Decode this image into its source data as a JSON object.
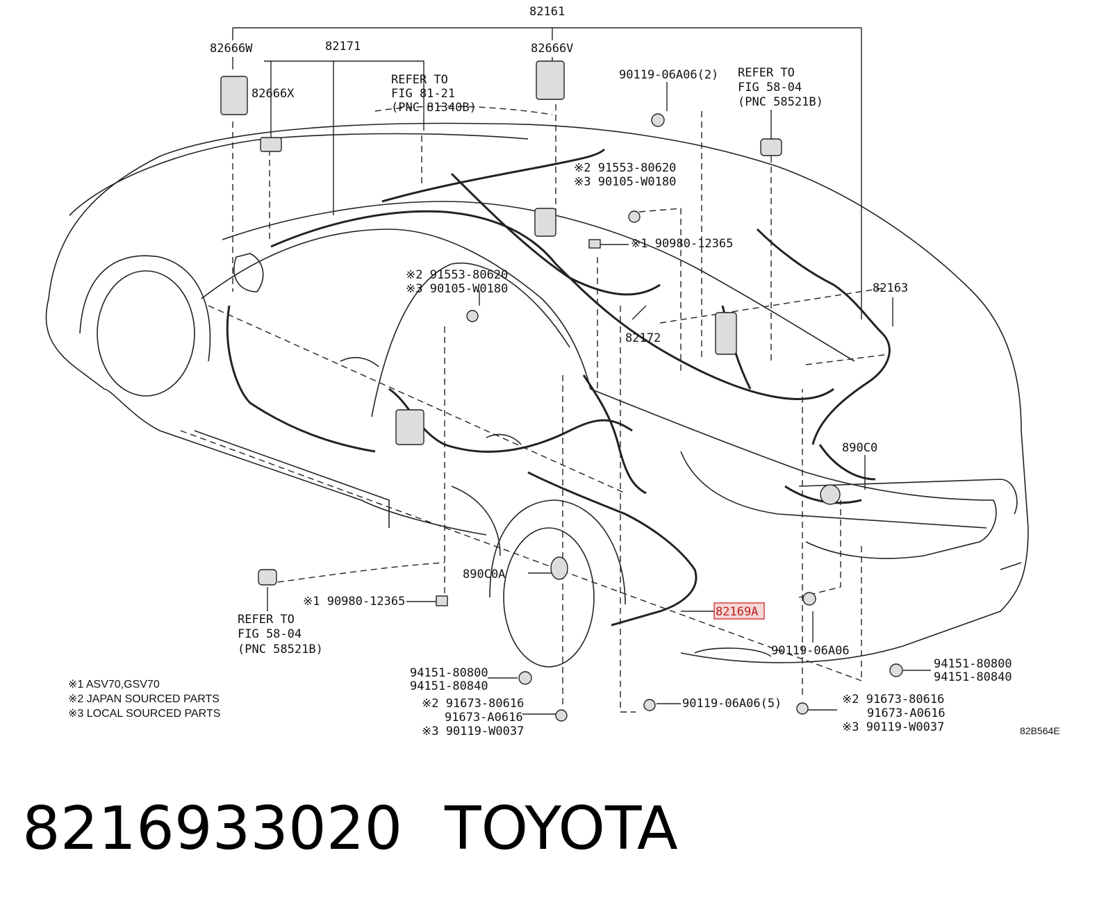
{
  "diagram": {
    "part_labels": {
      "p82161": "82161",
      "p82666W": "82666W",
      "p82171": "82171",
      "p82666V": "82666V",
      "p82666X": "82666X",
      "p82163": "82163",
      "p82172": "82172",
      "p890C0": "890C0",
      "p890C0A": "890C0A",
      "p82169A": "82169A"
    },
    "refer_top": {
      "l1": "REFER TO",
      "l2": "FIG 81-21",
      "l3": "(PNC 81340B)"
    },
    "refer_right": {
      "l1": "REFER TO",
      "l2": "FIG 58-04",
      "l3": "(PNC 58521B)"
    },
    "refer_left": {
      "l1": "REFER TO",
      "l2": "FIG 58-04",
      "l3": "(PNC 58521B)"
    },
    "fasteners": {
      "f_top_2": "90119-06A06(2)",
      "f_mid_a1": "※2 91553-80620",
      "f_mid_a2": "※3 90105-W0180",
      "f_mid_b": "※1 90980-12365",
      "f_left_a1": "※2 91553-80620",
      "f_left_a2": "※3 90105-W0180",
      "f_low_b": "※1 90980-12365",
      "f_bot_a1": "94151-80800",
      "f_bot_a2": "94151-80840",
      "f_bot_b1": "※2 91673-80616",
      "f_bot_b2": "91673-A0616",
      "f_bot_b3": "※3 90119-W0037",
      "f_bot_c": "90119-06A06(5)",
      "f_right_a": "90119-06A06",
      "f_right_b1": "94151-80800",
      "f_right_b2": "94151-80840",
      "f_right_c1": "※2 91673-80616",
      "f_right_c2": "91673-A0616",
      "f_right_c3": "※3 90119-W0037"
    },
    "notes": {
      "n1": "※1 ASV70,GSV70",
      "n2": "※2 JAPAN SOURCED PARTS",
      "n3": "※3 LOCAL SOURCED PARTS"
    },
    "drawing_code": "82B564E",
    "highlight_color": "#d03030"
  },
  "caption": {
    "part_number": "8216933020",
    "brand": "TOYOTA"
  }
}
